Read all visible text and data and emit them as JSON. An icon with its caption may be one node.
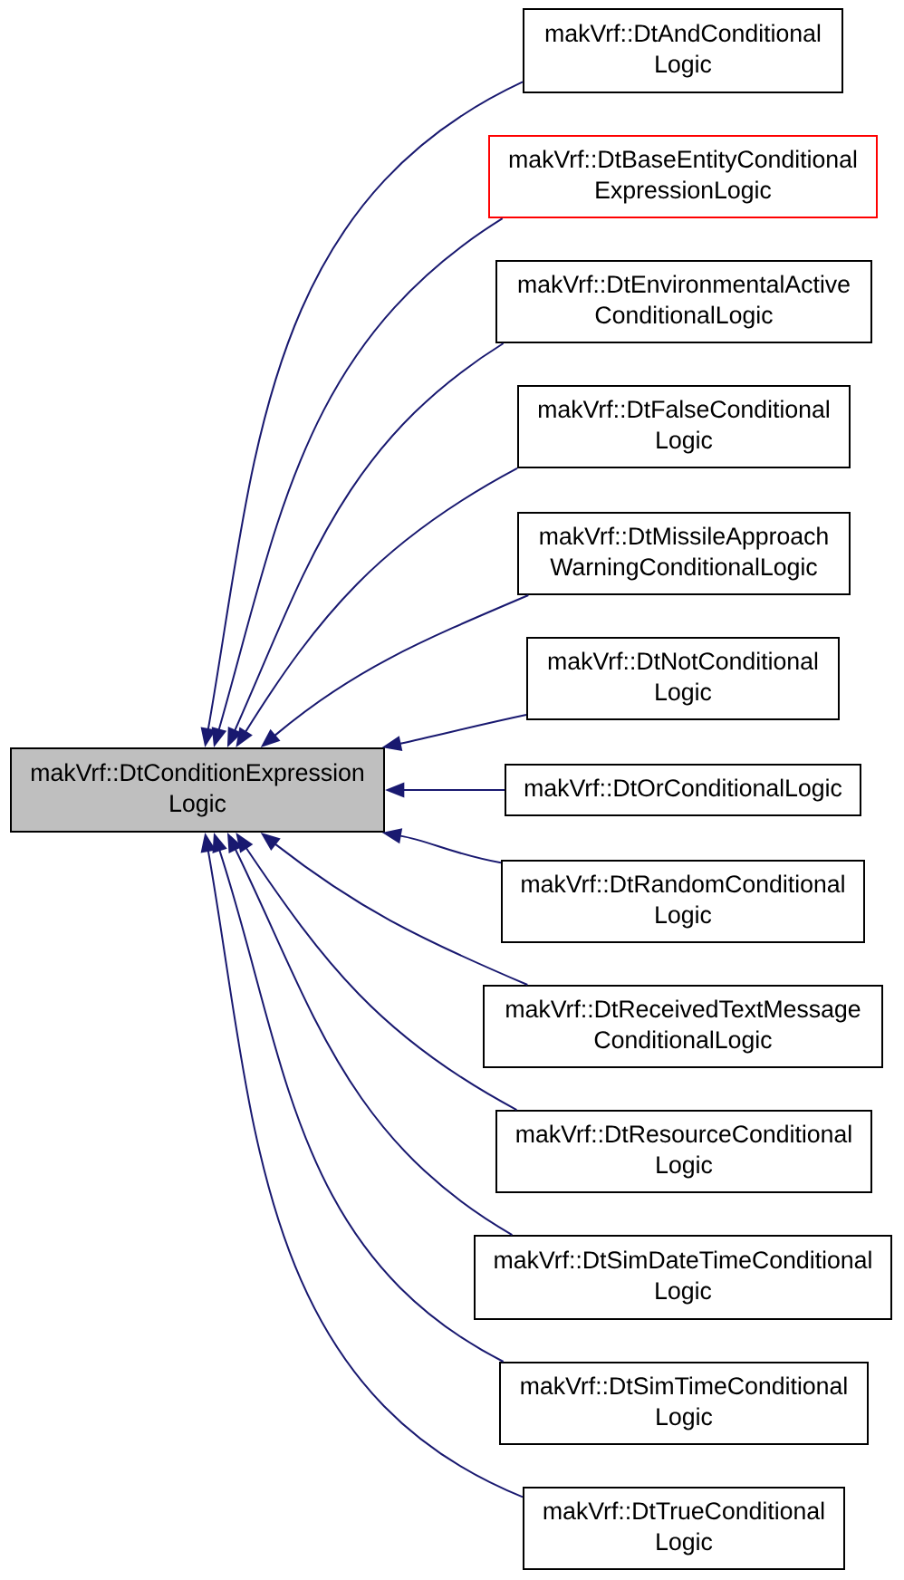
{
  "diagram": {
    "nodes": [
      {
        "text": [
          "makVrf::DtConditionExpression Logic"
        ]
      },
      {
        "text": [
          "makVrf::DtAndConditional Logic"
        ]
      },
      {
        "text": [
          "makVrf::DtBaseEntityConditional ExpressionLogic"
        ]
      },
      {
        "text": [
          "makVrf::DtEnvironmentalActive ConditionalLogic"
        ]
      },
      {
        "text": [
          "makVrf::DtFalseConditional Logic"
        ]
      },
      {
        "text": [
          "makVrf::DtMissileApproach WarningConditionalLogic"
        ]
      },
      {
        "text": [
          "makVrf::DtNotConditional Logic"
        ]
      },
      {
        "text": [
          "makVrf::DtOrConditionalLogic"
        ]
      },
      {
        "text": [
          "makVrf::DtRandomConditional Logic"
        ]
      },
      {
        "text": [
          "makVrf::DtReceivedTextMessage ConditionalLogic"
        ]
      },
      {
        "text": [
          "makVrf::DtResourceConditional Logic"
        ]
      },
      {
        "text": [
          "makVrf::DtSimDateTimeConditional Logic"
        ]
      },
      {
        "text": [
          "makVrf::DtSimTimeConditional Logic"
        ]
      },
      {
        "text": [
          "makVrf::DtTrueConditional Logic"
        ]
      }
    ],
    "edges": [
      {
        "from": 1,
        "to": 0,
        "arrow": "to"
      },
      {
        "from": 2,
        "to": 0,
        "arrow": "to"
      },
      {
        "from": 3,
        "to": 0,
        "arrow": "to"
      },
      {
        "from": 4,
        "to": 0,
        "arrow": "to"
      },
      {
        "from": 5,
        "to": 0,
        "arrow": "to"
      },
      {
        "from": 6,
        "to": 0,
        "arrow": "to"
      },
      {
        "from": 7,
        "to": 0,
        "arrow": "to"
      },
      {
        "from": 8,
        "to": 0,
        "arrow": "to"
      },
      {
        "from": 9,
        "to": 0,
        "arrow": "to"
      },
      {
        "from": 10,
        "to": 0,
        "arrow": "to"
      },
      {
        "from": 11,
        "to": 0,
        "arrow": "to"
      },
      {
        "from": 12,
        "to": 0,
        "arrow": "to"
      },
      {
        "from": 13,
        "to": 0,
        "arrow": "to"
      }
    ]
  }
}
